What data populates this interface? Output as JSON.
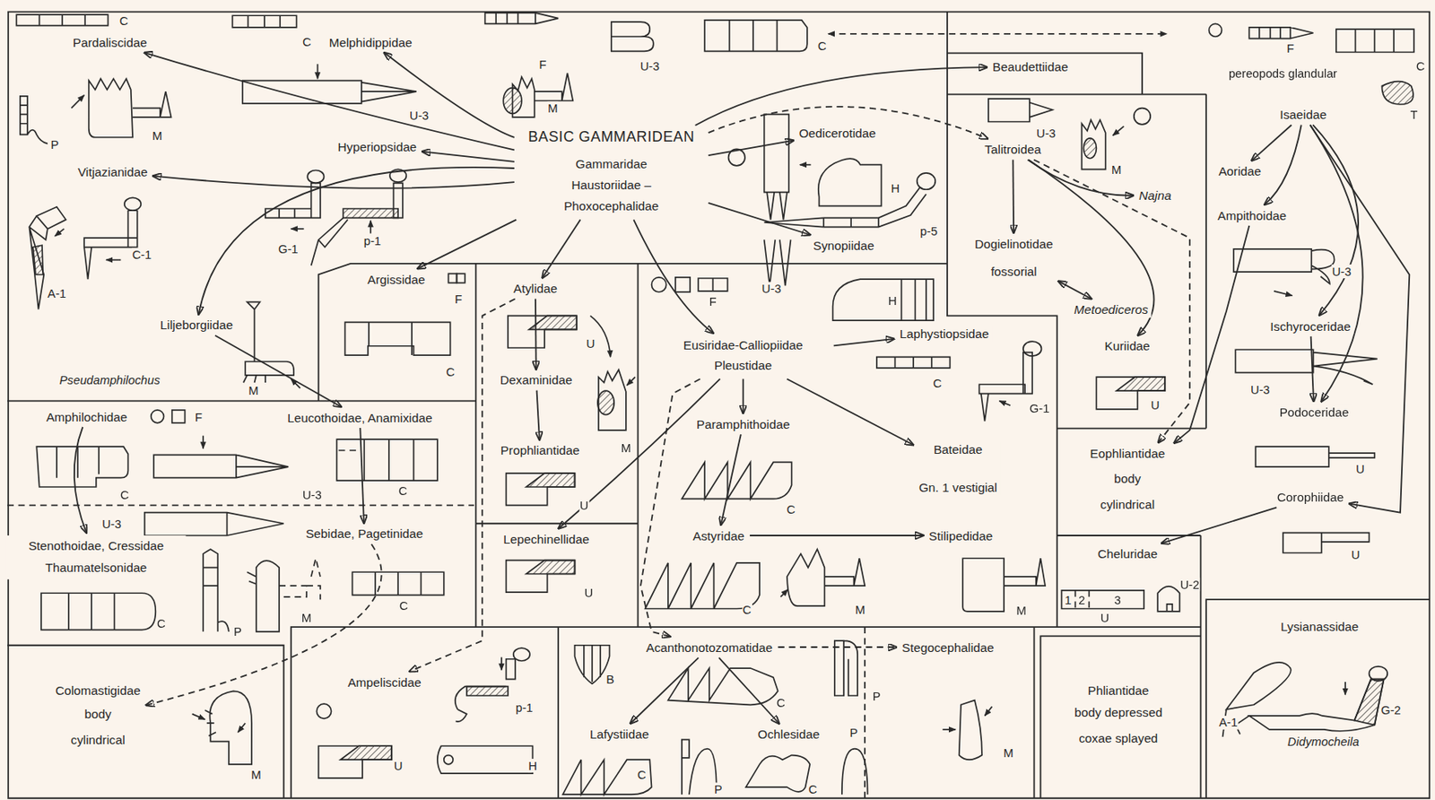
{
  "diagram": {
    "nodes": [
      {
        "text": [
          "BASIC GAMMARIDEAN",
          "Gammaridae Haustoriidae – Phoxocephalidae"
        ]
      },
      {
        "text": [
          "Pardaliscidae"
        ]
      },
      {
        "text": [
          "Melphidippidae"
        ]
      },
      {
        "text": [
          "Hyperiopsidae"
        ]
      },
      {
        "text": [
          "Vitjazianidae"
        ]
      },
      {
        "text": [
          "Liljeborgiidae"
        ]
      },
      {
        "text": [
          "Argissidae"
        ]
      },
      {
        "text": [
          "Atylidae"
        ]
      },
      {
        "text": [
          "Dexaminidae"
        ]
      },
      {
        "text": [
          "Prophliantidae"
        ]
      },
      {
        "text": [
          "Lepechinellidae"
        ]
      },
      {
        "text": [
          "Eusiridae-Calliopiidae Pleustidae"
        ]
      },
      {
        "text": [
          "Paramphithoidae"
        ]
      },
      {
        "text": [
          "Astyridae"
        ]
      },
      {
        "text": [
          "Laphystiopsidae"
        ]
      },
      {
        "text": [
          "Bateidae",
          "Gn. 1 vestigial"
        ]
      },
      {
        "text": [
          "Stilipedidae"
        ]
      },
      {
        "text": [
          "Oedicerotidae"
        ]
      },
      {
        "text": [
          "Synopiidae"
        ]
      },
      {
        "text": [
          "Beaudettiidae"
        ]
      },
      {
        "text": [
          "Talitroidea"
        ]
      },
      {
        "text": [
          "Najna"
        ]
      },
      {
        "text": [
          "Dogielinotidae",
          "fossorial"
        ]
      },
      {
        "text": [
          "Metoediceros"
        ]
      },
      {
        "text": [
          "Kuriidae"
        ]
      },
      {
        "text": [
          "Eophliantidae",
          "body cylindrical"
        ]
      },
      {
        "text": [
          "Cheluridae"
        ]
      },
      {
        "text": [
          "Isaeidae"
        ]
      },
      {
        "text": [
          "Aoridae"
        ]
      },
      {
        "text": [
          "Ampithoidae"
        ]
      },
      {
        "text": [
          "Ischyroceridae"
        ]
      },
      {
        "text": [
          "Podoceridae"
        ]
      },
      {
        "text": [
          "Corophiidae"
        ]
      },
      {
        "text": [
          "Amphilochidae"
        ]
      },
      {
        "text": [
          "Leucothoidae, Anamixidae"
        ]
      },
      {
        "text": [
          "Stenothoidae, Cressidae Thaumatelsonidae"
        ]
      },
      {
        "text": [
          "Sebidae, Pagetinidae"
        ]
      },
      {
        "text": [
          "Colomastigidae",
          "body cylindrical"
        ]
      },
      {
        "text": [
          "Ampeliscidae"
        ]
      },
      {
        "text": [
          "Acanthonotozomatidae"
        ]
      },
      {
        "text": [
          "Lafystiidae"
        ]
      },
      {
        "text": [
          "Ochlesidae"
        ]
      },
      {
        "text": [
          "Stegocephalidae"
        ]
      },
      {
        "text": [
          "Phliantidae",
          "body depressed coxae splayed"
        ]
      },
      {
        "text": [
          "Lysianassidae"
        ]
      }
    ],
    "edges": [
      {
        "from": 0,
        "to": 1,
        "arrow": "to"
      },
      {
        "from": 0,
        "to": 2,
        "arrow": "to"
      },
      {
        "from": 0,
        "to": 3,
        "arrow": "to"
      },
      {
        "from": 0,
        "to": 4,
        "arrow": "to"
      },
      {
        "from": 0,
        "to": 5,
        "arrow": "to"
      },
      {
        "from": 0,
        "to": 6,
        "arrow": "to"
      },
      {
        "from": 0,
        "to": 7,
        "arrow": "to"
      },
      {
        "from": 0,
        "to": 11,
        "arrow": "to"
      },
      {
        "from": 0,
        "to": 17,
        "arrow": "to"
      },
      {
        "from": 0,
        "to": 18,
        "arrow": "to"
      },
      {
        "from": 0,
        "to": 19,
        "arrow": "to"
      },
      {
        "from": 0,
        "to": 20,
        "arrow": "to"
      },
      {
        "from": 5,
        "to": 34,
        "arrow": "to"
      },
      {
        "from": 33,
        "to": 35,
        "arrow": "to"
      },
      {
        "from": 34,
        "to": 36,
        "arrow": "to"
      },
      {
        "from": 36,
        "to": 37,
        "arrow": "to"
      },
      {
        "from": 7,
        "to": 8,
        "arrow": "to"
      },
      {
        "from": 8,
        "to": 9,
        "arrow": "to"
      },
      {
        "from": 7,
        "to": 38,
        "arrow": "to"
      },
      {
        "from": 11,
        "to": 10,
        "arrow": "to"
      },
      {
        "from": 11,
        "to": 12,
        "arrow": "to"
      },
      {
        "from": 12,
        "to": 13,
        "arrow": "to"
      },
      {
        "from": 11,
        "to": 14,
        "arrow": "to"
      },
      {
        "from": 11,
        "to": 15,
        "arrow": "to"
      },
      {
        "from": 13,
        "to": 16,
        "arrow": "to"
      },
      {
        "from": 11,
        "to": 39,
        "arrow": "to"
      },
      {
        "from": 39,
        "to": 40,
        "arrow": "to"
      },
      {
        "from": 39,
        "to": 41,
        "arrow": "to"
      },
      {
        "from": 39,
        "to": 42,
        "arrow": "to"
      },
      {
        "from": 20,
        "to": 21,
        "arrow": "to"
      },
      {
        "from": 20,
        "to": 22,
        "arrow": "to"
      },
      {
        "from": 22,
        "to": 23,
        "arrow": "both"
      },
      {
        "from": 20,
        "to": 24,
        "arrow": "to"
      },
      {
        "from": 20,
        "to": 25,
        "arrow": "to"
      },
      {
        "from": 27,
        "to": 28,
        "arrow": "to"
      },
      {
        "from": 27,
        "to": 29,
        "arrow": "to"
      },
      {
        "from": 27,
        "to": 30,
        "arrow": "to"
      },
      {
        "from": 27,
        "to": 31,
        "arrow": "to"
      },
      {
        "from": 27,
        "to": 32,
        "arrow": "to"
      },
      {
        "from": 29,
        "to": 25,
        "arrow": "to"
      },
      {
        "from": 30,
        "to": 31,
        "arrow": "to"
      },
      {
        "from": 32,
        "to": 26,
        "arrow": "to"
      }
    ],
    "labels": [
      "C",
      "P",
      "M",
      "C",
      "U-3",
      "F",
      "M",
      "U-3",
      "C",
      "G-1",
      "p-1",
      "C-1",
      "A-1",
      "M",
      "Pseudamphilochus",
      "F",
      "C",
      "H",
      "p-5",
      "U-3",
      "H",
      "F",
      "U",
      "M",
      "U",
      "U",
      "C",
      "C",
      "M",
      "C",
      "G-1",
      "M",
      "U-3",
      "M",
      "F",
      "C",
      "pereopods glandular",
      "T",
      "U-3",
      "U-3",
      "U",
      "U",
      "U",
      "1",
      "2",
      "3",
      "U",
      "U-2",
      "F",
      "C",
      "U-3",
      "C",
      "U-3",
      "C",
      "P",
      "M",
      "C",
      "M",
      "p-1",
      "U",
      "H",
      "B",
      "C",
      "P",
      "C",
      "P",
      "C",
      "P",
      "M",
      "A-1",
      "G-2",
      "Didymocheila"
    ]
  }
}
